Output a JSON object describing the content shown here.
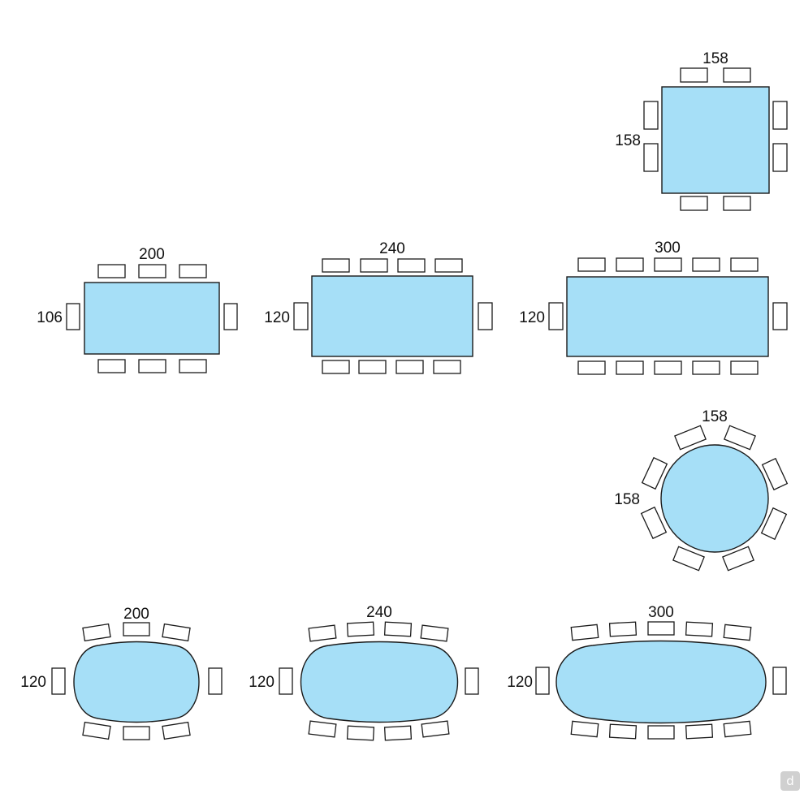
{
  "colors": {
    "table_fill": "#a6dff7",
    "outline": "#1a1a1a",
    "chair_fill": "#ffffff"
  },
  "square_table": {
    "width": "158",
    "depth": "158",
    "seats": 8
  },
  "rect_tables": [
    {
      "length": "200",
      "width": "106",
      "seats": 8
    },
    {
      "length": "240",
      "width": "120",
      "seats": 10
    },
    {
      "length": "300",
      "width": "120",
      "seats": 12
    }
  ],
  "round_table": {
    "diameter_top": "158",
    "diameter_side": "158",
    "seats": 8
  },
  "barrel_tables": [
    {
      "length": "200",
      "width": "120",
      "seats": 8
    },
    {
      "length": "240",
      "width": "120",
      "seats": 10
    },
    {
      "length": "300",
      "width": "120",
      "seats": 12
    }
  ],
  "brand": {
    "icon": "d-logo-icon",
    "glyph": "d"
  }
}
